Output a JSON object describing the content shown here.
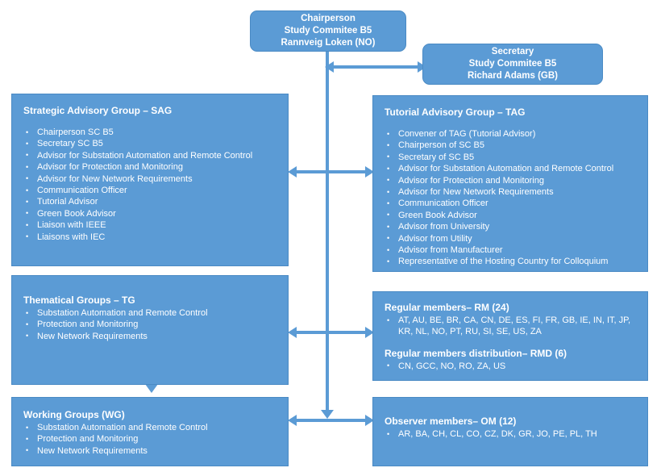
{
  "chairperson": {
    "role": "Chairperson",
    "committee": "Study Commitee B5",
    "person": "Rannveig Loken (NO)"
  },
  "secretary": {
    "role": "Secretary",
    "committee": "Study Commitee B5",
    "person": "Richard Adams (GB)"
  },
  "sag": {
    "title": "Strategic Advisory Group – SAG",
    "items": [
      "Chairperson  SC B5",
      "Secretary SC B5",
      "Advisor for Substation Automation and Remote Control",
      "Advisor for Protection and Monitoring",
      "Advisor for New Network Requirements",
      "Communication Officer",
      "Tutorial Advisor",
      "Green Book Advisor",
      "Liaison  with IEEE",
      "Liaisons  with IEC"
    ]
  },
  "tag": {
    "title": "Tutorial Advisory Group – TAG",
    "items": [
      "Convener of TAG (Tutorial Advisor)",
      "Chairperson  of SC B5",
      "Secretary of SC B5",
      "Advisor for Substation Automation and Remote Control",
      "Advisor for Protection and Monitoring",
      "Advisor for New Network Requirements",
      "Communication Officer",
      "Green Book Advisor",
      "Advisor from University",
      "Advisor from Utility",
      "Advisor from Manufacturer",
      "Representative of the Hosting Country for Colloquium"
    ]
  },
  "tg": {
    "title": "Thematical Groups – TG",
    "items": [
      "Substation Automation and Remote Control",
      "Protection and Monitoring",
      "New Network Requirements"
    ]
  },
  "wg": {
    "title": "Working Groups (WG)",
    "items": [
      "Substation Automation and Remote Control",
      "Protection and Monitoring",
      "New Network Requirements"
    ]
  },
  "rm": {
    "title": "Regular members–  RM (24)",
    "members": "AT, AU, BE, BR, CA, CN, DE, ES, FI, FR,  GB, IE, IN, IT, JP, KR, NL, NO, PT, RU, SI, SE, US, ZA",
    "distribution_title": "Regular members  distribution– RMD (6)",
    "distribution_members": "CN, GCC, NO, RO, ZA, US"
  },
  "om": {
    "title": "Observer members– OM (12)",
    "members": "AR, BA, CH,  CL, CO, CZ, DK, GR, JO, PE, PL, TH"
  },
  "colors": {
    "box_fill": "#5B9BD5",
    "box_border": "#4A8AC4",
    "text": "#FFFFFF",
    "background": "#FFFFFF"
  }
}
